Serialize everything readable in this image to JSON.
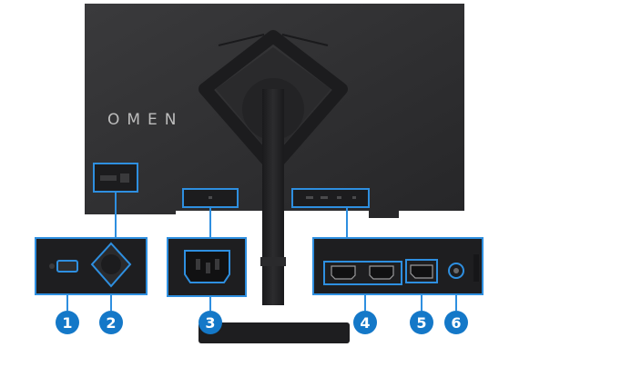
{
  "brand": {
    "logo_text": "OMEN"
  },
  "callouts": [
    {
      "number": "1"
    },
    {
      "number": "2"
    },
    {
      "number": "3"
    },
    {
      "number": "4"
    },
    {
      "number": "5"
    },
    {
      "number": "6"
    }
  ],
  "colors": {
    "callout_blue": "#1478c8",
    "highlight_blue": "#2e8fe0",
    "monitor_body": "#2f2f31",
    "panel_dark": "#1e1e20",
    "stand": "#232325"
  }
}
